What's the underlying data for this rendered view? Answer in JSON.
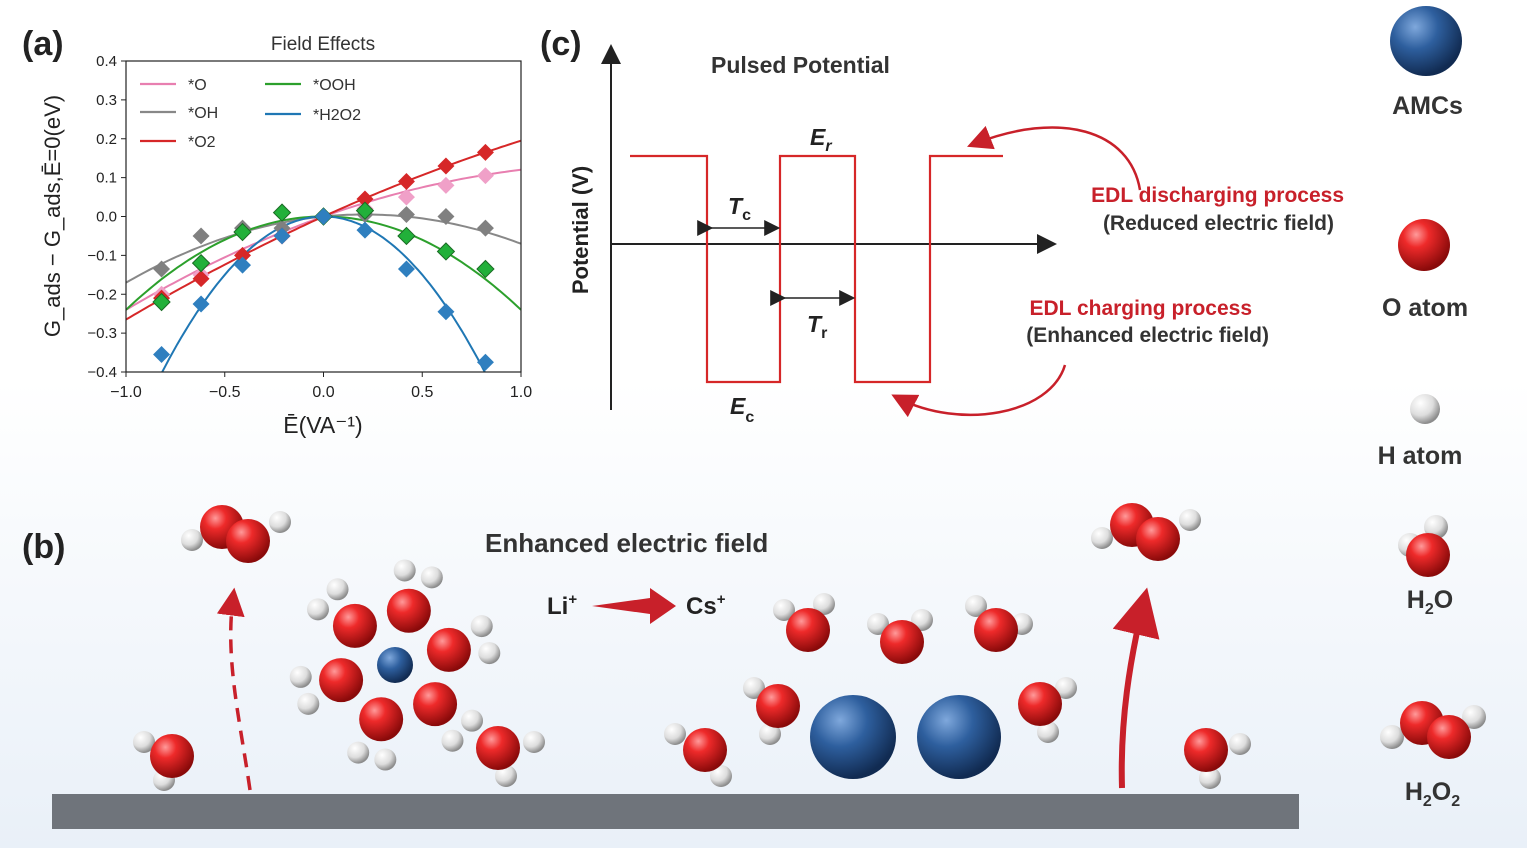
{
  "panel_a": {
    "letter": "(a)",
    "title": "Field Effects",
    "ylabel": "G_ads − G_ads,Ē=0(eV)",
    "xlabel": "Ē(VA⁻¹)",
    "xlim": [
      -1.0,
      1.0
    ],
    "ylim": [
      -0.4,
      0.4
    ],
    "xticks": [
      "−1.0",
      "−0.5",
      "0.0",
      "0.5",
      "1.0"
    ],
    "yticks": [
      "0.4",
      "0.3",
      "0.2",
      "0.1",
      "0.0",
      "−0.1",
      "−0.2",
      "−0.3",
      "−0.4"
    ],
    "legend": [
      {
        "name": "*O",
        "color": "#e87fb0"
      },
      {
        "name": "*OH",
        "color": "#888888"
      },
      {
        "name": "*O2",
        "color": "#d62728"
      },
      {
        "name": "*OOH",
        "color": "#2ca02c"
      },
      {
        "name": "*H2O2",
        "color": "#1f77b4"
      }
    ]
  },
  "chart_data": {
    "type": "scatter",
    "title": "Field Effects",
    "xlabel": "Ē(VA⁻¹)",
    "ylabel": "G_ads − G_ads,Ē=0(eV)",
    "xlim": [
      -1.0,
      1.0
    ],
    "ylim": [
      -0.4,
      0.4
    ],
    "grid": false,
    "legend_position": "top-left",
    "series": [
      {
        "name": "*O",
        "color": "#e87fb0",
        "marker_color": "#f0a0c8",
        "fit": [
          0,
          0.18,
          -0.06
        ],
        "x": [
          -0.82,
          -0.62,
          -0.41,
          -0.21,
          0.0,
          0.21,
          0.42,
          0.62,
          0.82
        ],
        "y": [
          -0.2,
          -0.15,
          -0.04,
          -0.05,
          0.0,
          0.02,
          0.05,
          0.08,
          0.105
        ]
      },
      {
        "name": "*OH",
        "color": "#888888",
        "marker_color": "#808080",
        "fit": [
          0,
          0.05,
          -0.12
        ],
        "x": [
          -0.82,
          -0.62,
          -0.41,
          -0.21,
          0.0,
          0.21,
          0.42,
          0.62,
          0.82
        ],
        "y": [
          -0.135,
          -0.05,
          -0.03,
          -0.03,
          0.0,
          0.005,
          0.005,
          0.0,
          -0.03
        ]
      },
      {
        "name": "*O2",
        "color": "#d62728",
        "marker_color": "#d62728",
        "fit": [
          0,
          0.23,
          -0.035
        ],
        "x": [
          -0.82,
          -0.62,
          -0.41,
          -0.21,
          0.0,
          0.21,
          0.42,
          0.62,
          0.82
        ],
        "y": [
          -0.21,
          -0.16,
          -0.1,
          -0.05,
          0.0,
          0.045,
          0.09,
          0.13,
          0.165
        ]
      },
      {
        "name": "*OOH",
        "color": "#2ca02c",
        "marker_color": "#22b03a",
        "fit": [
          0,
          0.0,
          -0.24
        ],
        "x": [
          -0.82,
          -0.62,
          -0.41,
          -0.21,
          0.0,
          0.21,
          0.42,
          0.62,
          0.82
        ],
        "y": [
          -0.22,
          -0.12,
          -0.04,
          0.01,
          0.0,
          0.015,
          -0.05,
          -0.09,
          -0.135
        ]
      },
      {
        "name": "*H2O2",
        "color": "#1f77b4",
        "marker_color": "#2f7fbf",
        "fit": [
          0,
          0.0,
          -0.6
        ],
        "x": [
          -0.82,
          -0.62,
          -0.41,
          -0.21,
          0.0,
          0.21,
          0.42,
          0.62,
          0.82
        ],
        "y": [
          -0.355,
          -0.225,
          -0.125,
          -0.05,
          0.0,
          -0.035,
          -0.135,
          -0.245,
          -0.375
        ]
      }
    ]
  },
  "panel_c": {
    "letter": "(c)",
    "title": "Pulsed Potential",
    "ylabel": "Potential (V)",
    "Er": "E",
    "Er_sub": "r",
    "Ec": "E",
    "Ec_sub": "c",
    "Tc": "T",
    "Tc_sub": "c",
    "Tr": "T",
    "Tr_sub": "r",
    "discharging": "EDL discharging process",
    "discharging_sub": "(Reduced electric field)",
    "charging": "EDL charging process",
    "charging_sub": "(Enhanced electric field)",
    "line_color": "#d62728"
  },
  "panel_b": {
    "letter": "(b)",
    "title": "Enhanced electric field",
    "li": "Li",
    "cs": "Cs",
    "plus": "+"
  },
  "legend_right": {
    "amcs": "AMCs",
    "o_atom": "O atom",
    "h_atom": "H atom",
    "h2o": "H",
    "h2o_sub": "2",
    "h2o_end": "O",
    "h2o2_a": "H",
    "h2o2_sub1": "2",
    "h2o2_b": "O",
    "h2o2_sub2": "2"
  }
}
